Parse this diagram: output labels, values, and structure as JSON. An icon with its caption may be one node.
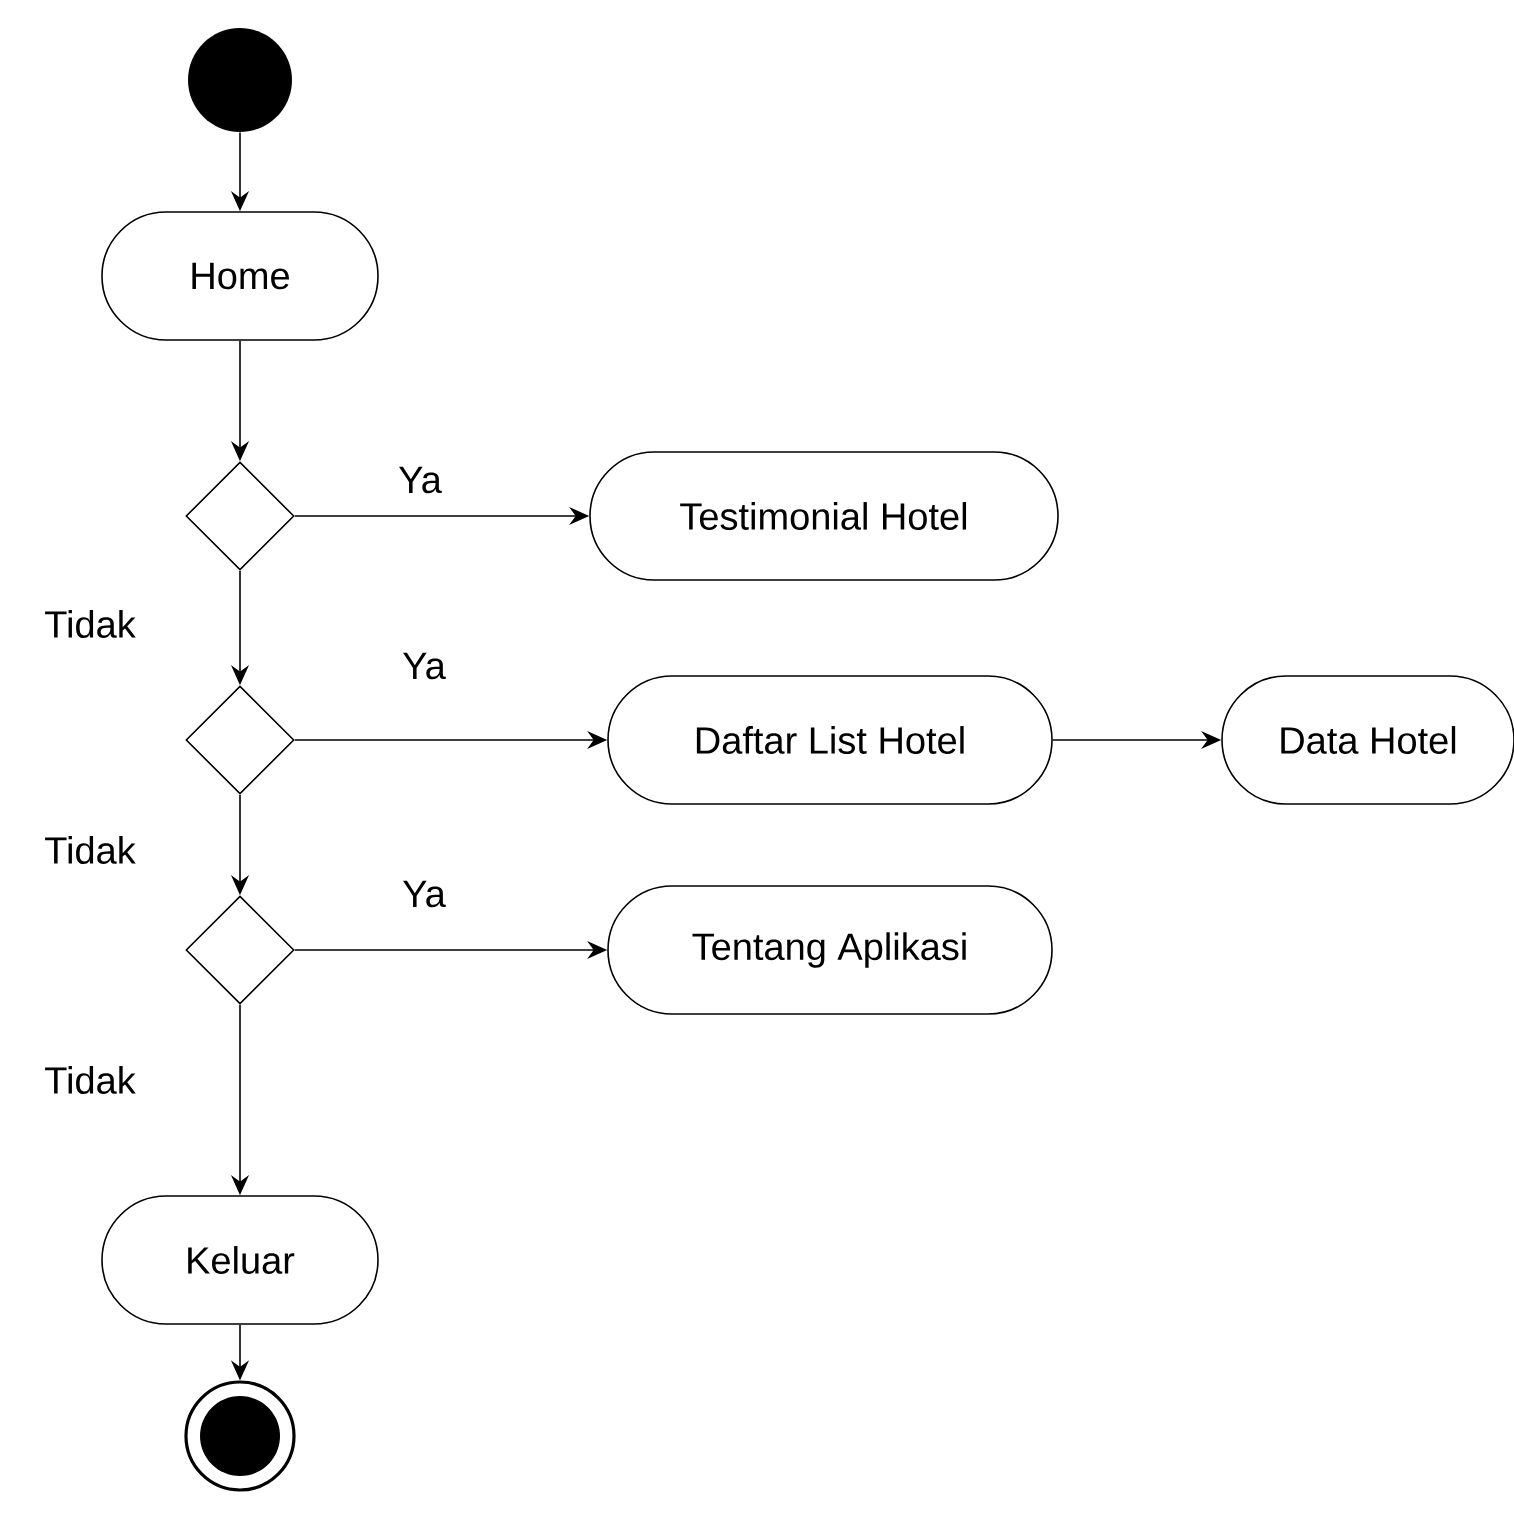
{
  "diagram": {
    "nodes": [
      {
        "text": [],
        "shape": "circle"
      },
      {
        "text": [
          "Home"
        ]
      },
      {
        "text": [],
        "shape": "diamond"
      },
      {
        "text": [
          "Testimonial Hotel"
        ]
      },
      {
        "text": [],
        "shape": "diamond"
      },
      {
        "text": [
          "Daftar List Hotel"
        ]
      },
      {
        "text": [
          "Data Hotel"
        ]
      },
      {
        "text": [],
        "shape": "diamond"
      },
      {
        "text": [
          "Tentang Aplikasi"
        ]
      },
      {
        "text": [
          "Keluar"
        ]
      },
      {
        "text": [],
        "shape": "bullseye"
      }
    ],
    "edges": [
      {
        "from": 0,
        "to": 1,
        "arrow": "to"
      },
      {
        "from": 1,
        "to": 2,
        "arrow": "to"
      },
      {
        "from": 2,
        "to": 3,
        "arrow": "to",
        "label": "Ya"
      },
      {
        "from": 2,
        "to": 4,
        "arrow": "to",
        "label": "Tidak"
      },
      {
        "from": 4,
        "to": 5,
        "arrow": "to",
        "label": "Ya"
      },
      {
        "from": 5,
        "to": 6,
        "arrow": "to"
      },
      {
        "from": 4,
        "to": 7,
        "arrow": "to",
        "label": "Tidak"
      },
      {
        "from": 7,
        "to": 8,
        "arrow": "to",
        "label": "Ya"
      },
      {
        "from": 7,
        "to": 9,
        "arrow": "to",
        "label": "Tidak"
      },
      {
        "from": 9,
        "to": 10,
        "arrow": "to"
      }
    ]
  }
}
